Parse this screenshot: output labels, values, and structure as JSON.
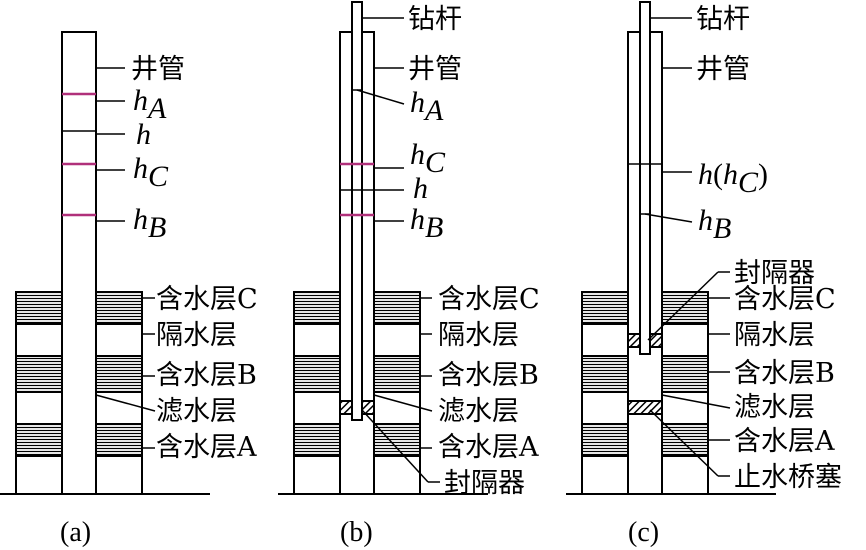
{
  "labels": {
    "drill_rod": "钻杆",
    "well_pipe": "井管",
    "aquifer_c": "含水层C",
    "aquiclude": "隔水层",
    "aquifer_b": "含水层B",
    "filter_layer": "滤水层",
    "aquifer_a": "含水层A",
    "packer": "封隔器",
    "water_stop_plug": "止水桥塞"
  },
  "heads": {
    "h": "h",
    "h_a_sub": "A",
    "h_b_sub": "B",
    "h_c_sub": "C",
    "h_open_paren": "(",
    "h_close_paren": ")"
  },
  "captions": {
    "a": "(a)",
    "b": "(b)",
    "c": "(c)"
  },
  "colors": {
    "water_level_line": "#b0307a",
    "line": "#000000",
    "background": "#ffffff"
  }
}
